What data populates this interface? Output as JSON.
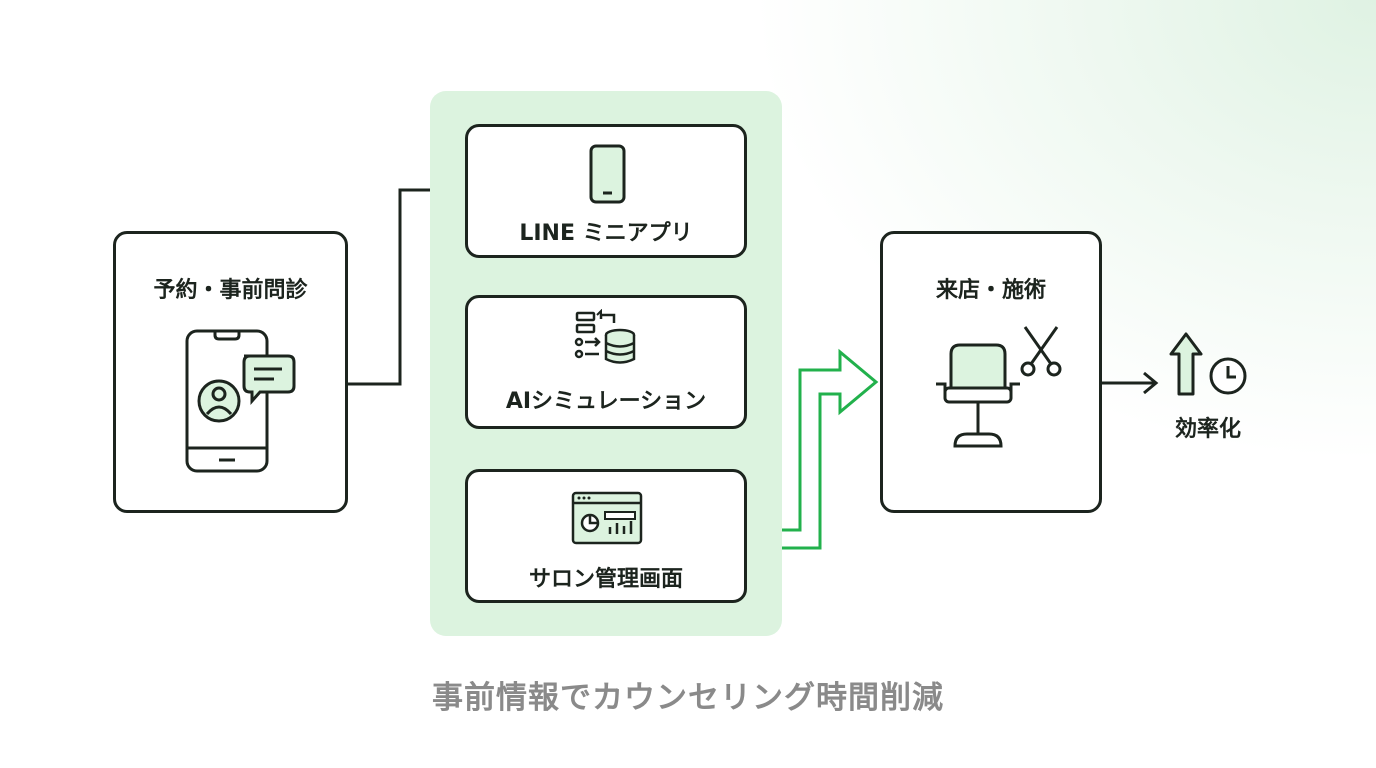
{
  "steps": {
    "reservation": {
      "title": "予約・事前問診"
    },
    "line_app": {
      "title": "LINE ミニアプリ"
    },
    "ai_sim": {
      "title": "AIシミュレーション"
    },
    "admin": {
      "title": "サロン管理画面"
    },
    "visit": {
      "title": "来店・施術"
    },
    "efficiency": {
      "title": "効率化"
    }
  },
  "caption": "事前情報でカウンセリング時間削減",
  "colors": {
    "stroke": "#1c241e",
    "accent": "#22b14c",
    "panel": "#dcf3df",
    "caption": "#8a8a8a"
  },
  "icons": {
    "reservation": [
      "smartphone-icon",
      "user-avatar-icon",
      "chat-bubble-icon"
    ],
    "line_app": "smartphone-icon",
    "ai_sim": [
      "list-exchange-icon",
      "database-icon"
    ],
    "admin": "dashboard-window-icon",
    "visit": [
      "salon-chair-icon",
      "scissors-icon"
    ],
    "efficiency": [
      "up-arrow-icon",
      "clock-icon"
    ]
  }
}
